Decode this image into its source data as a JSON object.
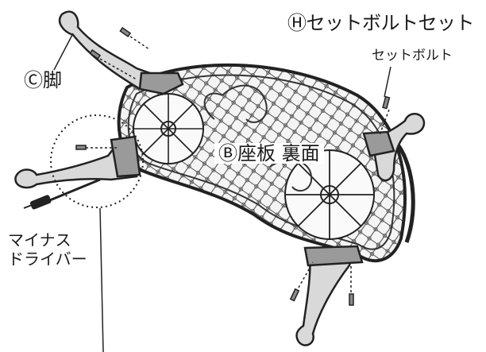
{
  "labels": {
    "bolt_set": "Ⓗセットボルトセット",
    "bolt": "セットボルト",
    "leg": "Ⓒ脚",
    "seat_back": "Ⓑ座板 裏面",
    "screwdriver_line1": "マイナス",
    "screwdriver_line2": "ドライバー"
  }
}
